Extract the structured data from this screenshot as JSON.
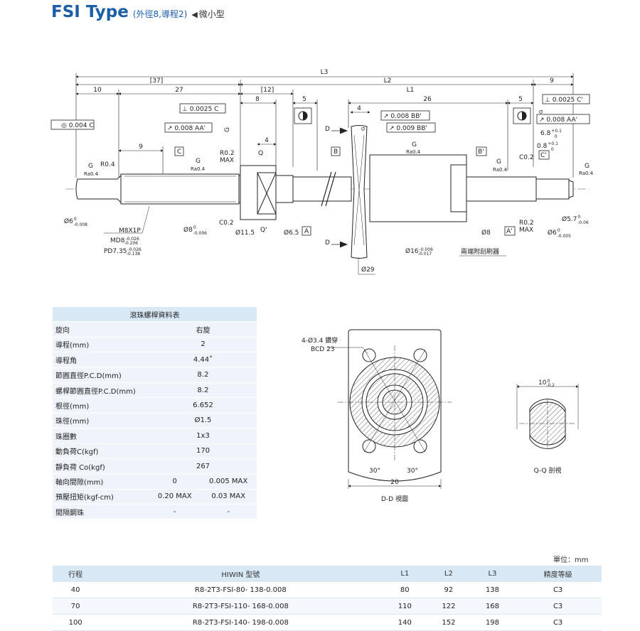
{
  "header": {
    "title": "FSI Type",
    "subtitle": "(外徑8,導程2)",
    "arrow": "◀",
    "tag": "微小型"
  },
  "drawing": {
    "dims": {
      "l3": "L3",
      "l2": "L2",
      "l1": "L1",
      "d37": "[37]",
      "d12": "[12]",
      "d10": "10",
      "d27": "27",
      "d8": "8",
      "d5a": "5",
      "d26": "26",
      "d5b": "5",
      "d9": "9",
      "d4": "4",
      "d4b": "4",
      "d9b": "9"
    },
    "tolerances": {
      "coax": "0.004",
      "coax_ref": "C",
      "perp1": "0.0025",
      "perp1_ref": "C",
      "runout1": "0.008",
      "runout1_ref": "AA'",
      "perp2": "0.0025",
      "perp2_ref": "C'",
      "runout2": "0.008",
      "runout2_ref": "AA'",
      "nut_runout": "0.008",
      "nut_runout_ref": "BB'",
      "nut_runout2": "0.009",
      "nut_runout2_ref": "BB'"
    },
    "datums": {
      "c": "C",
      "b": "B",
      "bp": "B'",
      "cp": "C'",
      "a": "A",
      "ap": "A'"
    },
    "surface": {
      "g": "G",
      "ra": "Ra0.4",
      "ra04": "Ra0.4",
      "ra04b": "Ra0.4"
    },
    "labels": {
      "r04": "R0.4",
      "r02_left": "R0.2",
      "max_left": "MAX",
      "c02_left": "C0.2",
      "c02_right": "C0.2",
      "d6": "Ø6",
      "d6_tol_top": "0",
      "d6_tol_bot": "-0.008",
      "m8": "M8X1P",
      "md8": "MD8",
      "md8_top": "-0.026",
      "md8_bot": "-0.206",
      "pd": "PD7.35",
      "pd_top": "-0.026",
      "pd_bot": "-0.138",
      "d8a": "Ø8",
      "d8a_tol_top": "0",
      "d8a_tol_bot": "-0.006",
      "d11_5": "Ø11.5",
      "q": "Q",
      "qp": "Q'",
      "d6_5": "Ø6.5",
      "d16": "Ø16",
      "d16_top": "-0.006",
      "d16_bot": "-0.017",
      "wiper": "兩端附刮刷器",
      "d8b": "Ø8",
      "r02_right": "R0.2",
      "max_right": "MAX",
      "d6r": "Ø6",
      "d6r_top": "0",
      "d6r_bot": "-0.005",
      "d5_7": "Ø5.7",
      "d5_7_top": "0",
      "d5_7_bot": "-0.06",
      "d6_8": "6.8",
      "d6_8_top": "+0.1",
      "d6_8_bot": "0",
      "d0_8": "0.8",
      "d0_8_top": "+0.1",
      "d0_8_bot": "0",
      "d29": "Ø29",
      "d_label": "D"
    },
    "dd_view": {
      "holes": "4-Ø3.4 鑽穿",
      "bcd": "BCD 23",
      "a30l": "30°",
      "a30r": "30°",
      "w20": "20",
      "caption": "D-D 視圖"
    },
    "qq_view": {
      "w10": "10",
      "w10_tol": "-0.2",
      "caption": "Q-Q 剖視"
    }
  },
  "spec_table": {
    "title": "滾珠螺桿資料表",
    "rows": [
      {
        "label": "旋向",
        "v1": "右旋",
        "v2": ""
      },
      {
        "label": "導程(mm)",
        "v1": "2",
        "v2": ""
      },
      {
        "label": "導程角",
        "v1": "4.44˚",
        "v2": ""
      },
      {
        "label": "節圓直徑P.C.D(mm)",
        "v1": "8.2",
        "v2": ""
      },
      {
        "label": "螺桿節圓直徑P.C.D(mm)",
        "v1": "8.2",
        "v2": ""
      },
      {
        "label": "根徑(mm)",
        "v1": "6.652",
        "v2": ""
      },
      {
        "label": "珠徑(mm)",
        "v1": "Ø1.5",
        "v2": ""
      },
      {
        "label": "珠圈數",
        "v1": "1x3",
        "v2": ""
      },
      {
        "label": "動負荷C(kgf)",
        "v1": "170",
        "v2": ""
      },
      {
        "label": "靜負荷 Co(kgf)",
        "v1": "267",
        "v2": ""
      },
      {
        "label": "軸向間隙(mm)",
        "v1": "0",
        "v2": "0.005 MAX"
      },
      {
        "label": "預壓扭矩(kgf-cm)",
        "v1": "0.20 MAX",
        "v2": "0.03 MAX"
      },
      {
        "label": "間隔鋼珠",
        "v1": "-",
        "v2": "-"
      }
    ]
  },
  "unit_label": "單位：mm",
  "model_table": {
    "headers": [
      "行程",
      "HIWIN 型號",
      "L1",
      "L2",
      "L3",
      "精度等級"
    ],
    "rows": [
      [
        "40",
        "R8-2T3-FSI-80- 138-0.008",
        "80",
        "92",
        "138",
        "C3"
      ],
      [
        "70",
        "R8-2T3-FSI-110- 168-0.008",
        "110",
        "122",
        "168",
        "C3"
      ],
      [
        "100",
        "R8-2T3-FSI-140- 198-0.008",
        "140",
        "152",
        "198",
        "C3"
      ]
    ]
  }
}
